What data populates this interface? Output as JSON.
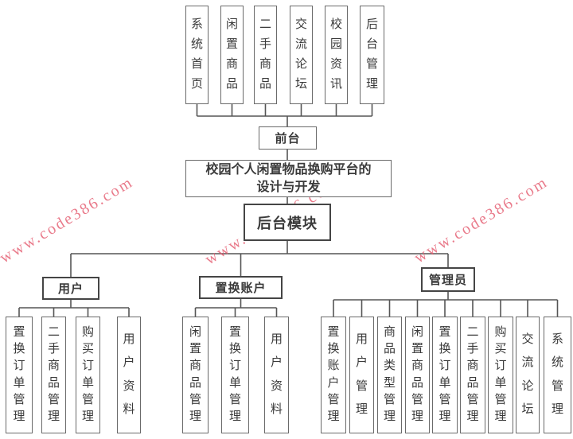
{
  "diagram": {
    "top_modules": [
      {
        "label": "系统首页"
      },
      {
        "label": "闲置商品"
      },
      {
        "label": "二手商品"
      },
      {
        "label": "交流论坛"
      },
      {
        "label": "校园资讯"
      },
      {
        "label": "后台管理"
      }
    ],
    "front_stage": {
      "label": "前台"
    },
    "project_title": {
      "line1": "校园个人闲置物品换购平台的",
      "line2": "设计与开发"
    },
    "backend_module": {
      "label": "后台模块"
    },
    "branches": [
      {
        "label": "用户",
        "children": [
          {
            "label": "置换订单管理"
          },
          {
            "label": "二手商品管理"
          },
          {
            "label": "购买订单管理"
          },
          {
            "label": "用户资料"
          }
        ]
      },
      {
        "label": "置换账户",
        "children": [
          {
            "label": "闲置商品管理"
          },
          {
            "label": "置换订单管理"
          },
          {
            "label": "用户资料"
          }
        ]
      },
      {
        "label": "管理员",
        "children": [
          {
            "label": "置换账户管理"
          },
          {
            "label": "用户管理"
          },
          {
            "label": "商品类型管理"
          },
          {
            "label": "闲置商品管理"
          },
          {
            "label": "置换订单管理"
          },
          {
            "label": "二手商品管理"
          },
          {
            "label": "购买订单管理"
          },
          {
            "label": "交流论坛"
          },
          {
            "label": "系统管理"
          }
        ]
      }
    ]
  },
  "watermark": {
    "text": "www.code386.com",
    "color": "#e4596e"
  },
  "colors": {
    "line": "#555555",
    "box_border": "#6a6a6a",
    "text": "#3a3a3a"
  }
}
